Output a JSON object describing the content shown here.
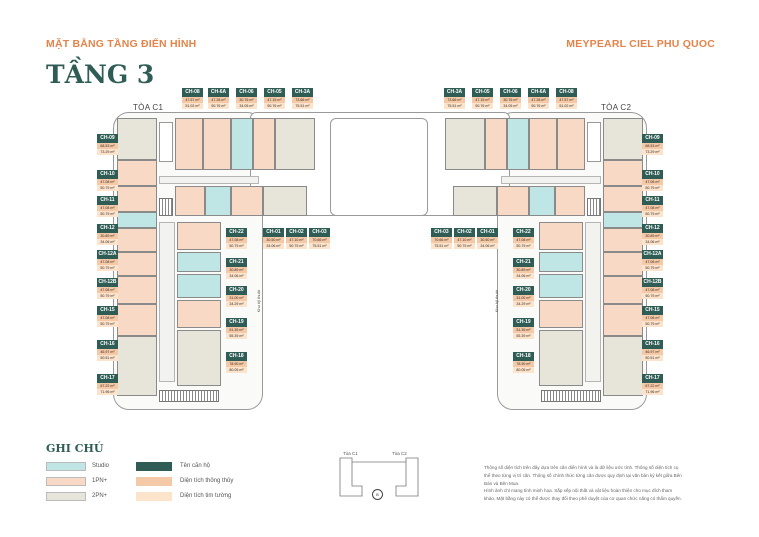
{
  "header": {
    "title_left": "MẶT BẰNG TẦNG ĐIỂN HÌNH",
    "title_right": "MEYPEARL CIEL PHU QUOC",
    "floor": "TẦNG 3"
  },
  "towers": {
    "c1": "TÒA C1",
    "c2": "TÒA C2"
  },
  "void_label": "Khu kỹ thuật",
  "units": {
    "c1_top": [
      {
        "code": "CH-08",
        "a1": "47.57 m²",
        "a2": "51.02 m²"
      },
      {
        "code": "CH-6A",
        "a1": "47.28 m²",
        "a2": "50.76 m²"
      },
      {
        "code": "CH-06",
        "a1": "30.76 m²",
        "a2": "34.05 m²"
      },
      {
        "code": "CH-05",
        "a1": "47.15 m²",
        "a2": "50.76 m²"
      },
      {
        "code": "CH-3A",
        "a1": "73.66 m²",
        "a2": "75.51 m²"
      }
    ],
    "c2_top": [
      {
        "code": "CH-3A",
        "a1": "73.66 m²",
        "a2": "75.51 m²"
      },
      {
        "code": "CH-05",
        "a1": "47.15 m²",
        "a2": "50.76 m²"
      },
      {
        "code": "CH-06",
        "a1": "30.76 m²",
        "a2": "34.05 m²"
      },
      {
        "code": "CH-6A",
        "a1": "47.28 m²",
        "a2": "50.76 m²"
      },
      {
        "code": "CH-08",
        "a1": "47.57 m²",
        "a2": "51.02 m²"
      }
    ],
    "c1_left": [
      {
        "code": "CH-09",
        "a1": "68.53 m²",
        "a2": "73.29 m²"
      },
      {
        "code": "CH-10",
        "a1": "47.08 m²",
        "a2": "50.79 m²"
      },
      {
        "code": "CH-11",
        "a1": "47.08 m²",
        "a2": "50.79 m²"
      },
      {
        "code": "CH-12",
        "a1": "30.89 m²",
        "a2": "34.06 m²"
      },
      {
        "code": "CH-12A",
        "a1": "47.08 m²",
        "a2": "50.79 m²"
      },
      {
        "code": "CH-12B",
        "a1": "47.08 m²",
        "a2": "50.79 m²"
      },
      {
        "code": "CH-15",
        "a1": "47.08 m²",
        "a2": "50.79 m²"
      },
      {
        "code": "CH-16",
        "a1": "46.97 m²",
        "a2": "50.51 m²"
      },
      {
        "code": "CH-17",
        "a1": "67.22 m²",
        "a2": "71.96 m²"
      }
    ],
    "c2_right": [
      {
        "code": "CH-09",
        "a1": "68.53 m²",
        "a2": "73.29 m²"
      },
      {
        "code": "CH-10",
        "a1": "47.08 m²",
        "a2": "50.79 m²"
      },
      {
        "code": "CH-11",
        "a1": "47.08 m²",
        "a2": "50.79 m²"
      },
      {
        "code": "CH-12",
        "a1": "30.89 m²",
        "a2": "34.06 m²"
      },
      {
        "code": "CH-12A",
        "a1": "47.08 m²",
        "a2": "50.79 m²"
      },
      {
        "code": "CH-12B",
        "a1": "47.08 m²",
        "a2": "50.79 m²"
      },
      {
        "code": "CH-15",
        "a1": "47.08 m²",
        "a2": "50.79 m²"
      },
      {
        "code": "CH-16",
        "a1": "46.97 m²",
        "a2": "50.51 m²"
      },
      {
        "code": "CH-17",
        "a1": "67.22 m²",
        "a2": "71.96 m²"
      }
    ],
    "c1_inner": [
      {
        "code": "CH-22",
        "a1": "47.08 m²",
        "a2": "50.79 m²"
      },
      {
        "code": "CH-21",
        "a1": "30.89 m²",
        "a2": "34.06 m²"
      },
      {
        "code": "CH-20",
        "a1": "31.00 m²",
        "a2": "34.29 m²"
      },
      {
        "code": "CH-19",
        "a1": "51.39 m²",
        "a2": "55.39 m²"
      },
      {
        "code": "CH-18",
        "a1": "78.90 m²",
        "a2": "80.05 m²"
      }
    ],
    "c2_inner": [
      {
        "code": "CH-22",
        "a1": "47.08 m²",
        "a2": "50.79 m²"
      },
      {
        "code": "CH-21",
        "a1": "30.89 m²",
        "a2": "34.06 m²"
      },
      {
        "code": "CH-20",
        "a1": "31.00 m²",
        "a2": "34.29 m²"
      },
      {
        "code": "CH-19",
        "a1": "51.39 m²",
        "a2": "55.39 m²"
      },
      {
        "code": "CH-18",
        "a1": "78.90 m²",
        "a2": "80.05 m²"
      }
    ],
    "c1_mid": [
      {
        "code": "CH-01",
        "a1": "30.50 m²",
        "a2": "34.06 m²"
      },
      {
        "code": "CH-02",
        "a1": "47.10 m²",
        "a2": "50.79 m²"
      },
      {
        "code": "CH-03",
        "a1": "70.66 m²",
        "a2": "75.51 m²"
      }
    ],
    "c2_mid": [
      {
        "code": "CH-03",
        "a1": "70.66 m²",
        "a2": "75.51 m²"
      },
      {
        "code": "CH-02",
        "a1": "47.10 m²",
        "a2": "50.79 m²"
      },
      {
        "code": "CH-01",
        "a1": "30.50 m²",
        "a2": "34.06 m²"
      }
    ]
  },
  "notes": {
    "title": "GHI CHÚ",
    "studio": "Studio",
    "pn1": "1PN+",
    "pn2": "2PN+",
    "unit_name": "Tên căn hộ",
    "net_area": "Diện tích thông thủy",
    "gross_area": "Diện tích tim tường"
  },
  "keymap": {
    "c1": "Tòa C1",
    "c2": "Tòa C2",
    "north": "B"
  },
  "disclaimer": [
    "Thông số diện tích trên đây dựa trên căn điển hình và là dữ liệu ước tính. Thông số diện tích cụ",
    "thể theo từng vị trí căn. Thông số chính thức từng căn được quy định tại văn bản ký kết giữa Bên",
    "Bán và Bên Mua.",
    "Hình ảnh chỉ mang tính minh họa. Sắp xếp nội thất và vật liệu hoàn thiện cho mục đích tham",
    "khảo. Mặt bằng này có thể được thay đổi theo phê duyệt của cơ quan chức năng có thẩm quyền."
  ],
  "colors": {
    "brand_green": "#2f5d55",
    "accent_orange": "#e5834a",
    "studio": "#bfe6e4",
    "pn1": "#f7d9c6",
    "pn2": "#e7e4da",
    "net_area": "#f4c9a7",
    "gross_area": "#fbe3cc"
  }
}
